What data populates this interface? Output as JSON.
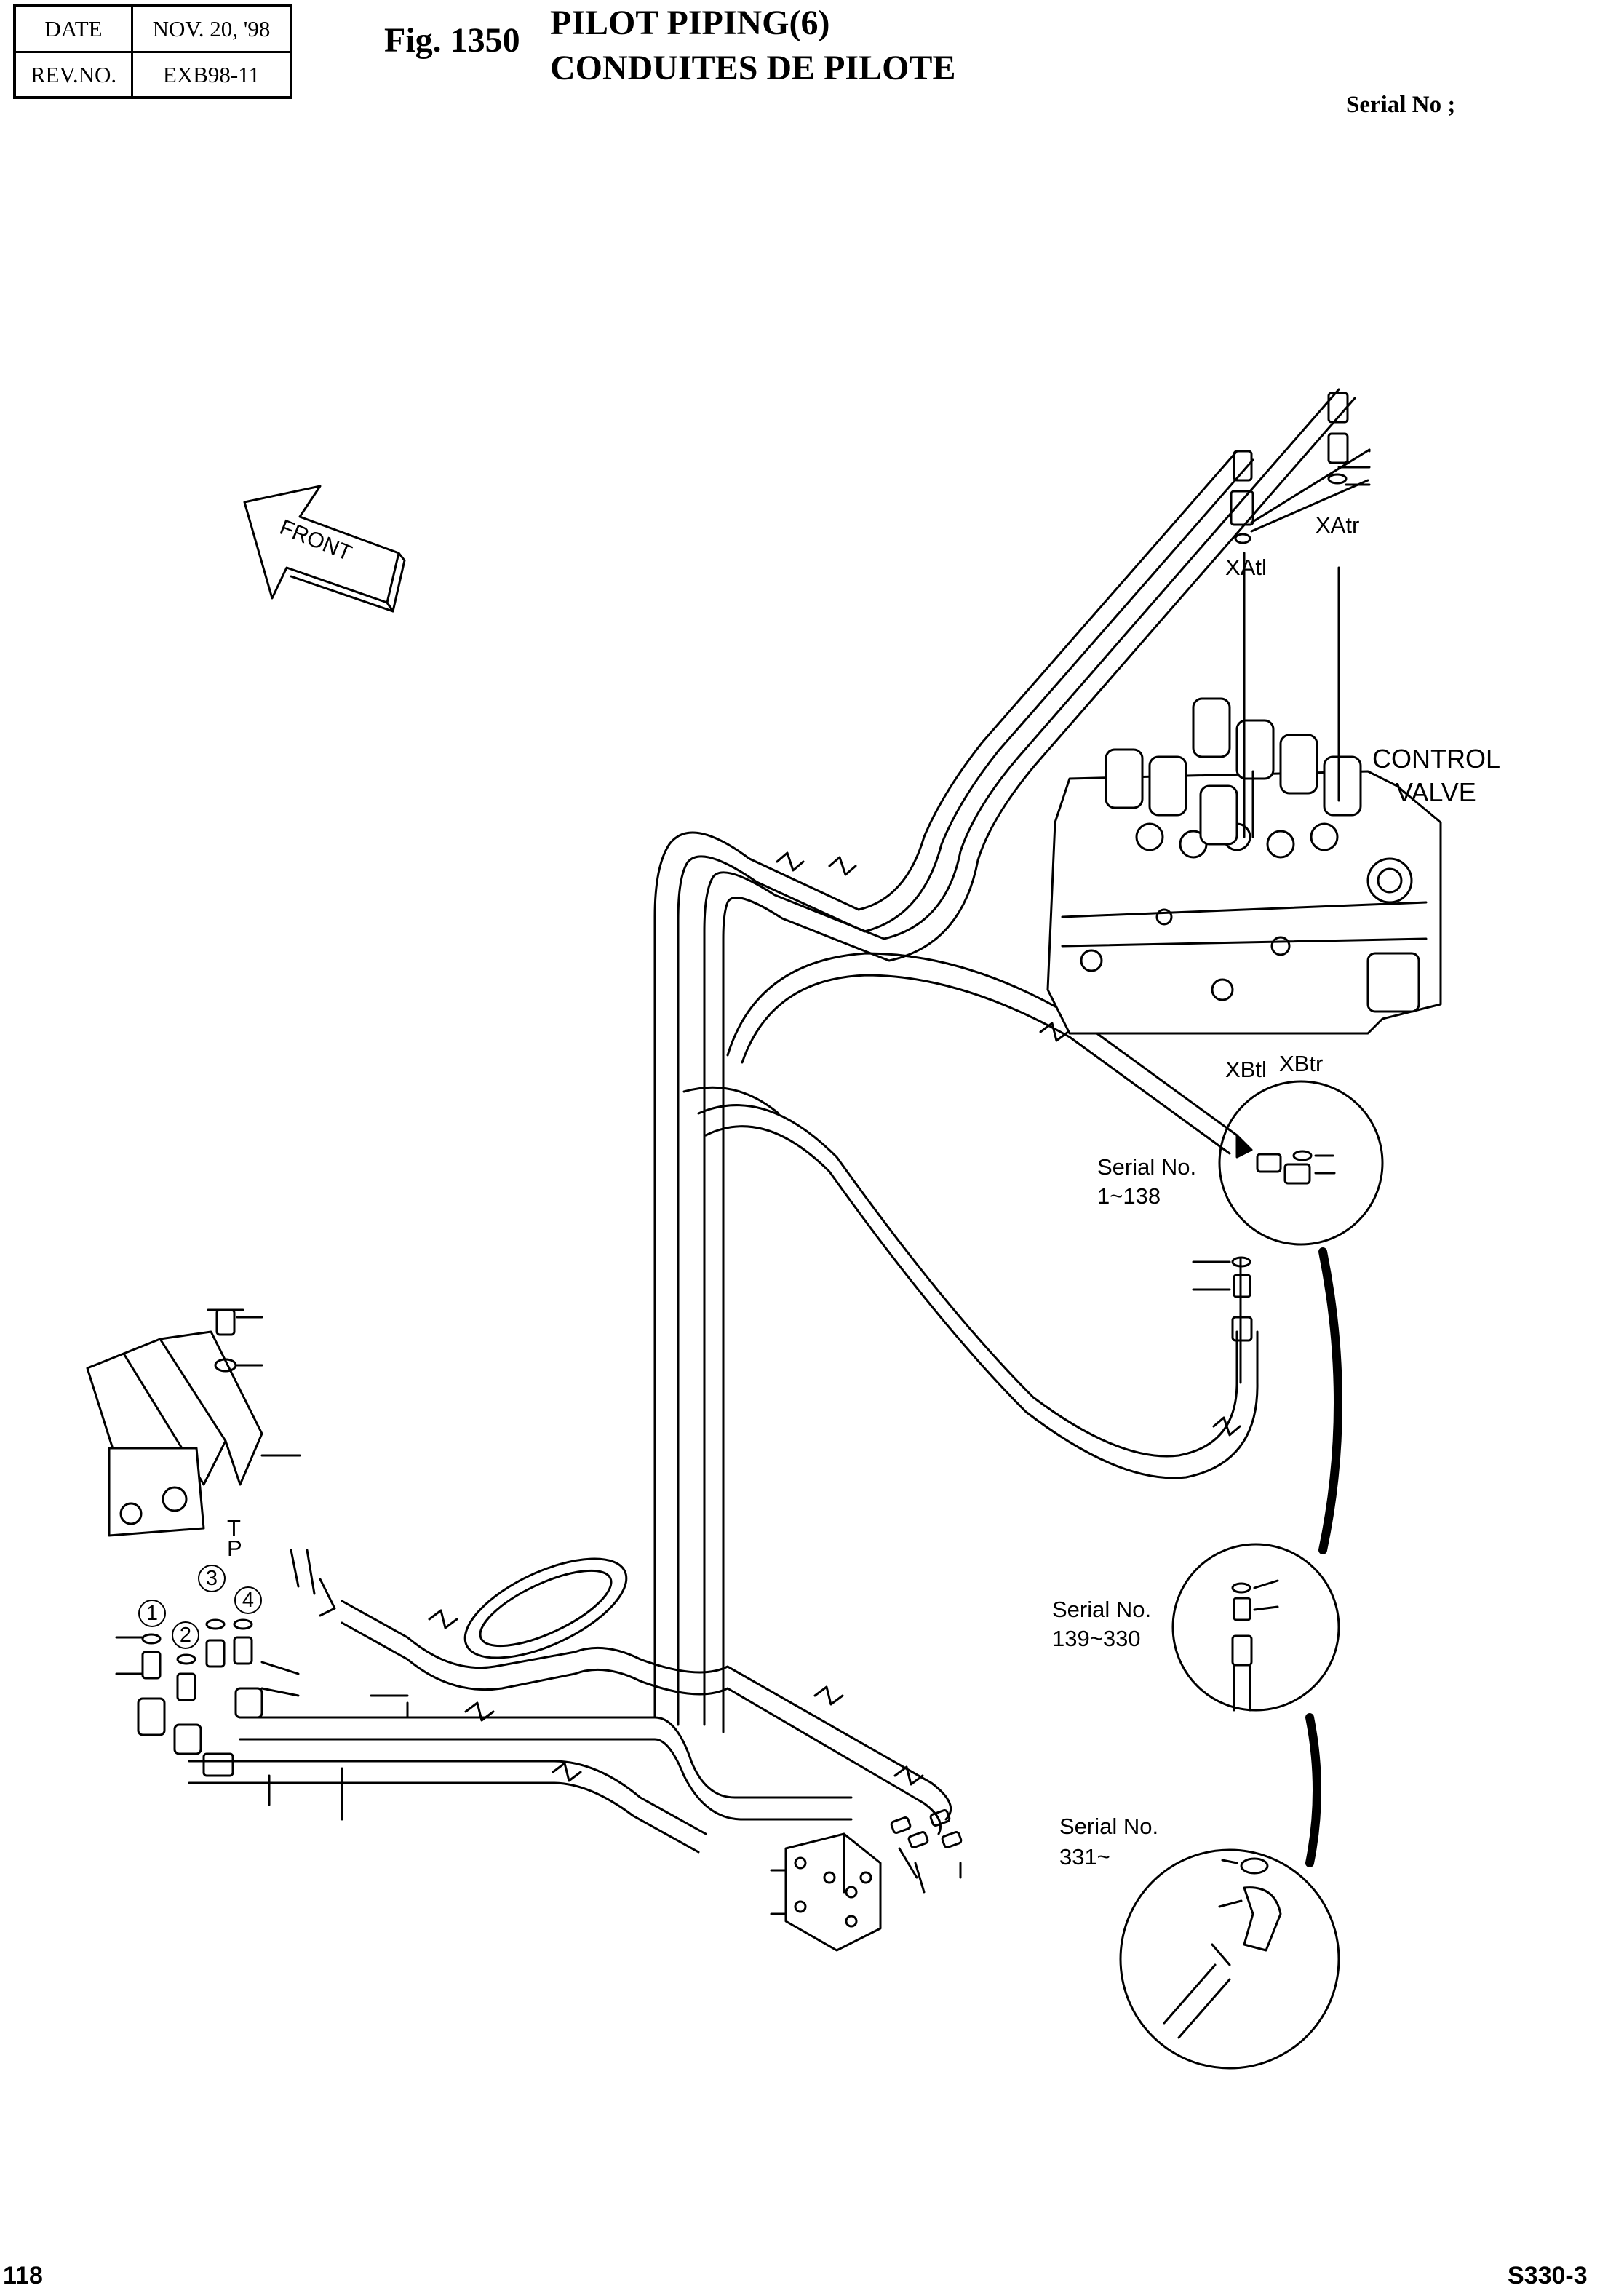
{
  "header": {
    "date_label": "DATE",
    "date_value": "NOV. 20, '98",
    "rev_label": "REV.NO.",
    "rev_value": "EXB98-11"
  },
  "figure": {
    "number": "Fig. 1350",
    "title_en": "PILOT PIPING(6)",
    "title_fr": "CONDUITES DE PILOTE",
    "serial_label": "Serial No ;"
  },
  "labels": {
    "front": "FRONT",
    "control_valve_1": "CONTROL",
    "control_valve_2": "VALVE",
    "xatr": "XAtr",
    "xatl": "XAtl",
    "xbtl": "XBtl",
    "xbtr": "XBtr",
    "port_t": "T",
    "port_p": "P",
    "serial_1": "Serial No.",
    "range_1": "1~138",
    "serial_2": "Serial No.",
    "range_2": "139~330",
    "serial_3": "Serial No.",
    "range_3": "331~"
  },
  "callouts": [
    "1",
    "2",
    "3",
    "4"
  ],
  "footer": {
    "page": "118",
    "code": "S330-3"
  }
}
